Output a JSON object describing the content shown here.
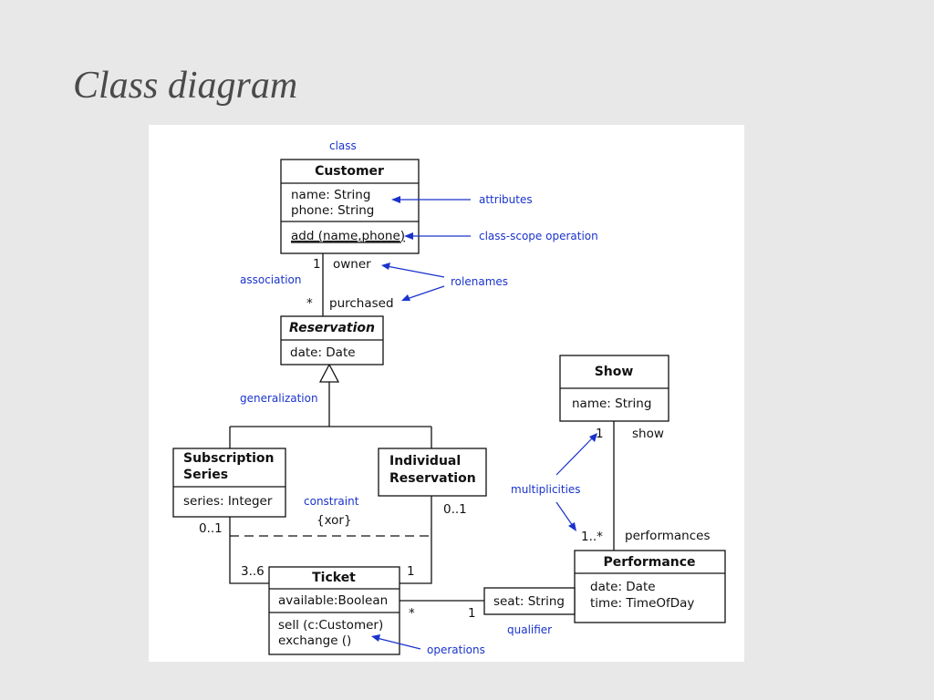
{
  "slide": {
    "title": "Class diagram"
  },
  "classes": {
    "customer": {
      "name": "Customer",
      "attributes": [
        "name: String",
        "phone: String"
      ],
      "operation": "add (name,phone)"
    },
    "reservation": {
      "name": "Reservation",
      "attribute": "date: Date"
    },
    "subscription": {
      "name_line1": "Subscription",
      "name_line2": "Series",
      "attribute": "series: Integer"
    },
    "individual": {
      "name_line1": "Individual",
      "name_line2": "Reservation"
    },
    "ticket": {
      "name": "Ticket",
      "attribute": "available:Boolean",
      "operations": [
        "sell (c:Customer)",
        "exchange ()"
      ]
    },
    "show": {
      "name": "Show",
      "attribute": "name: String"
    },
    "performance": {
      "name": "Performance",
      "attributes": [
        "date: Date",
        "time: TimeOfDay"
      ]
    },
    "qualifier": {
      "label": "seat: String"
    }
  },
  "labels": {
    "one_owner_mult": "1",
    "owner": "owner",
    "star_purchased_mult": "*",
    "purchased": "purchased",
    "sub_ticket_mult": "0..1",
    "indiv_ticket_mult": "0..1",
    "ticket_sub_mult": "3..6",
    "ticket_indiv_mult": "1",
    "xor": "{xor}",
    "ticket_star": "*",
    "qualifier_one": "1",
    "show_one": "1",
    "show_role": "show",
    "perf_mult": "1..*",
    "performances_role": "performances"
  },
  "annotations": {
    "class": "class",
    "attributes": "attributes",
    "class_scope_operation": "class-scope operation",
    "association": "association",
    "rolenames": "rolenames",
    "generalization": "generalization",
    "constraint": "constraint",
    "multiplicities": "multiplicities",
    "qualifier": "qualifier",
    "operations": "operations"
  },
  "colors": {
    "annotation": "#1a33cc",
    "line": "#111111",
    "background": "#e8e8e8"
  }
}
